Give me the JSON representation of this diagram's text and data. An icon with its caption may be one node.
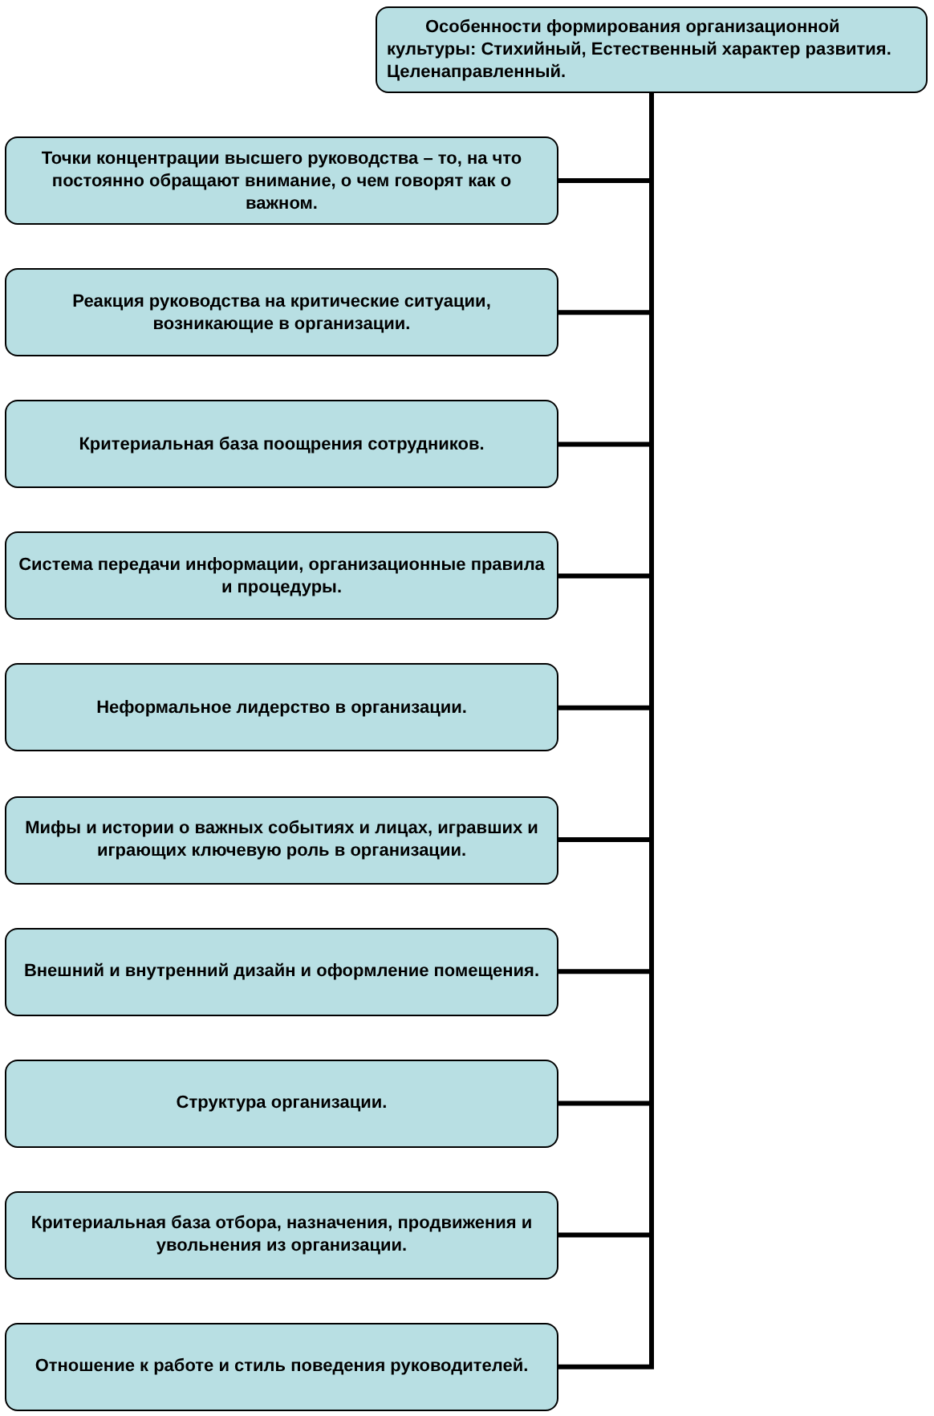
{
  "diagram": {
    "nodes": [
      {
        "text": [
          "Особенности формирования организационной культуры: Стихийный, Естественный характер развития. Целенаправленный."
        ]
      },
      {
        "text": [
          "Точки концентрации высшего руководства – то, на что постоянно обращают внимание, о чем говорят как о важном."
        ]
      },
      {
        "text": [
          "Реакция руководства на критические ситуации, возникающие в организации."
        ]
      },
      {
        "text": [
          "Критериальная база поощрения сотрудников."
        ]
      },
      {
        "text": [
          "Система передачи информации, организационные правила и процедуры."
        ]
      },
      {
        "text": [
          "Неформальное лидерство в организации."
        ]
      },
      {
        "text": [
          "Мифы и истории о важных событиях и лицах, игравших и играющих ключевую роль в организации."
        ]
      },
      {
        "text": [
          "Внешний и внутренний дизайн и оформление помещения."
        ]
      },
      {
        "text": [
          "Структура организации."
        ]
      },
      {
        "text": [
          "Критериальная база отбора, назначения, продвижения и увольнения из организации."
        ]
      },
      {
        "text": [
          "Отношение к работе и стиль поведения руководителей."
        ]
      }
    ],
    "edges": [
      {
        "from": 0,
        "to": 1,
        "arrow": "none"
      },
      {
        "from": 0,
        "to": 2,
        "arrow": "none"
      },
      {
        "from": 0,
        "to": 3,
        "arrow": "none"
      },
      {
        "from": 0,
        "to": 4,
        "arrow": "none"
      },
      {
        "from": 0,
        "to": 5,
        "arrow": "none"
      },
      {
        "from": 0,
        "to": 6,
        "arrow": "none"
      },
      {
        "from": 0,
        "to": 7,
        "arrow": "none"
      },
      {
        "from": 0,
        "to": 8,
        "arrow": "none"
      },
      {
        "from": 0,
        "to": 9,
        "arrow": "none"
      },
      {
        "from": 0,
        "to": 10,
        "arrow": "none"
      }
    ]
  }
}
